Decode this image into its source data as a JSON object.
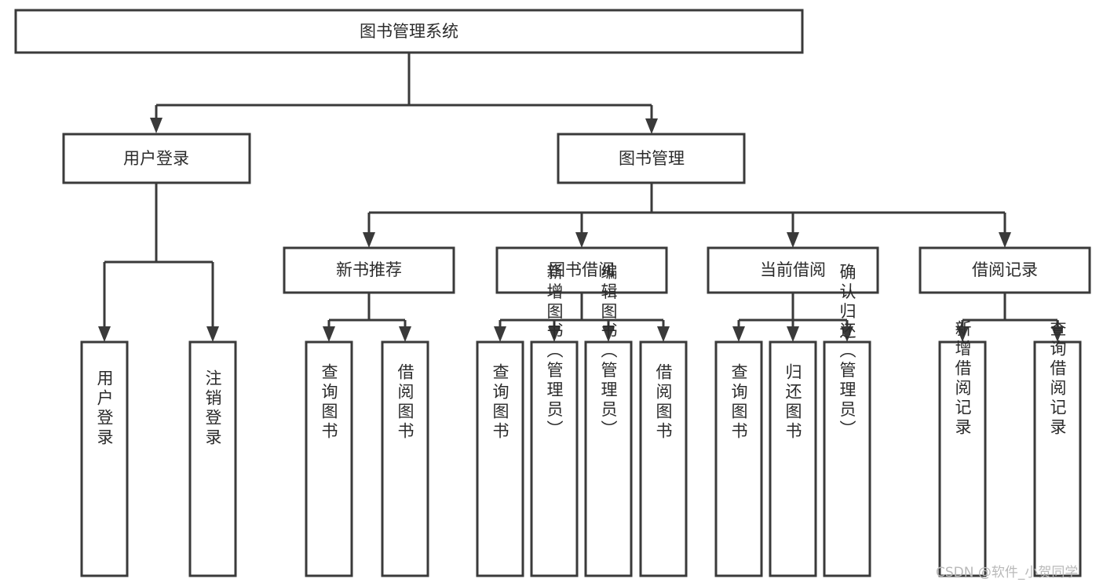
{
  "diagram": {
    "type": "tree-hierarchy",
    "title": "图书管理系统",
    "orientation": "top-down",
    "root": {
      "id": "root",
      "label": "图书管理系统"
    },
    "level1": [
      {
        "id": "user-login",
        "label": "用户登录"
      },
      {
        "id": "book-manage",
        "label": "图书管理"
      }
    ],
    "level2": [
      {
        "id": "new-book-recommend",
        "label": "新书推荐",
        "parent": "book-manage"
      },
      {
        "id": "book-borrow",
        "label": "图书借阅",
        "parent": "book-manage"
      },
      {
        "id": "current-borrow",
        "label": "当前借阅",
        "parent": "book-manage"
      },
      {
        "id": "borrow-record",
        "label": "借阅记录",
        "parent": "book-manage"
      }
    ],
    "leaves": [
      {
        "id": "leaf-user-login",
        "label": "用户登录",
        "parent": "user-login"
      },
      {
        "id": "leaf-user-logout",
        "label": "注销登录",
        "parent": "user-login"
      },
      {
        "id": "leaf-query-book-1",
        "label": "查询图书",
        "parent": "new-book-recommend"
      },
      {
        "id": "leaf-borrow-book-1",
        "label": "借阅图书",
        "parent": "new-book-recommend"
      },
      {
        "id": "leaf-query-book-2",
        "label": "查询图书",
        "parent": "book-borrow"
      },
      {
        "id": "leaf-add-book",
        "label": "新增图书（管理员）",
        "parent": "book-borrow"
      },
      {
        "id": "leaf-edit-book",
        "label": "编辑图书（管理员）",
        "parent": "book-borrow"
      },
      {
        "id": "leaf-borrow-book-2",
        "label": "借阅图书",
        "parent": "book-borrow"
      },
      {
        "id": "leaf-query-book-3",
        "label": "查询图书",
        "parent": "current-borrow"
      },
      {
        "id": "leaf-return-book",
        "label": "归还图书",
        "parent": "current-borrow"
      },
      {
        "id": "leaf-confirm-return",
        "label": "确认归还（管理员）",
        "parent": "current-borrow"
      },
      {
        "id": "leaf-add-record",
        "label": "新增借阅记录",
        "parent": "borrow-record"
      },
      {
        "id": "leaf-query-record",
        "label": "查询借阅记录",
        "parent": "borrow-record"
      }
    ],
    "colors": {
      "stroke": "#3a3a3a",
      "fill": "#ffffff",
      "text": "#2b2b2b",
      "watermark": "#b9b9b9"
    }
  },
  "watermark": {
    "text": "CSDN @软件_小贺同学"
  }
}
